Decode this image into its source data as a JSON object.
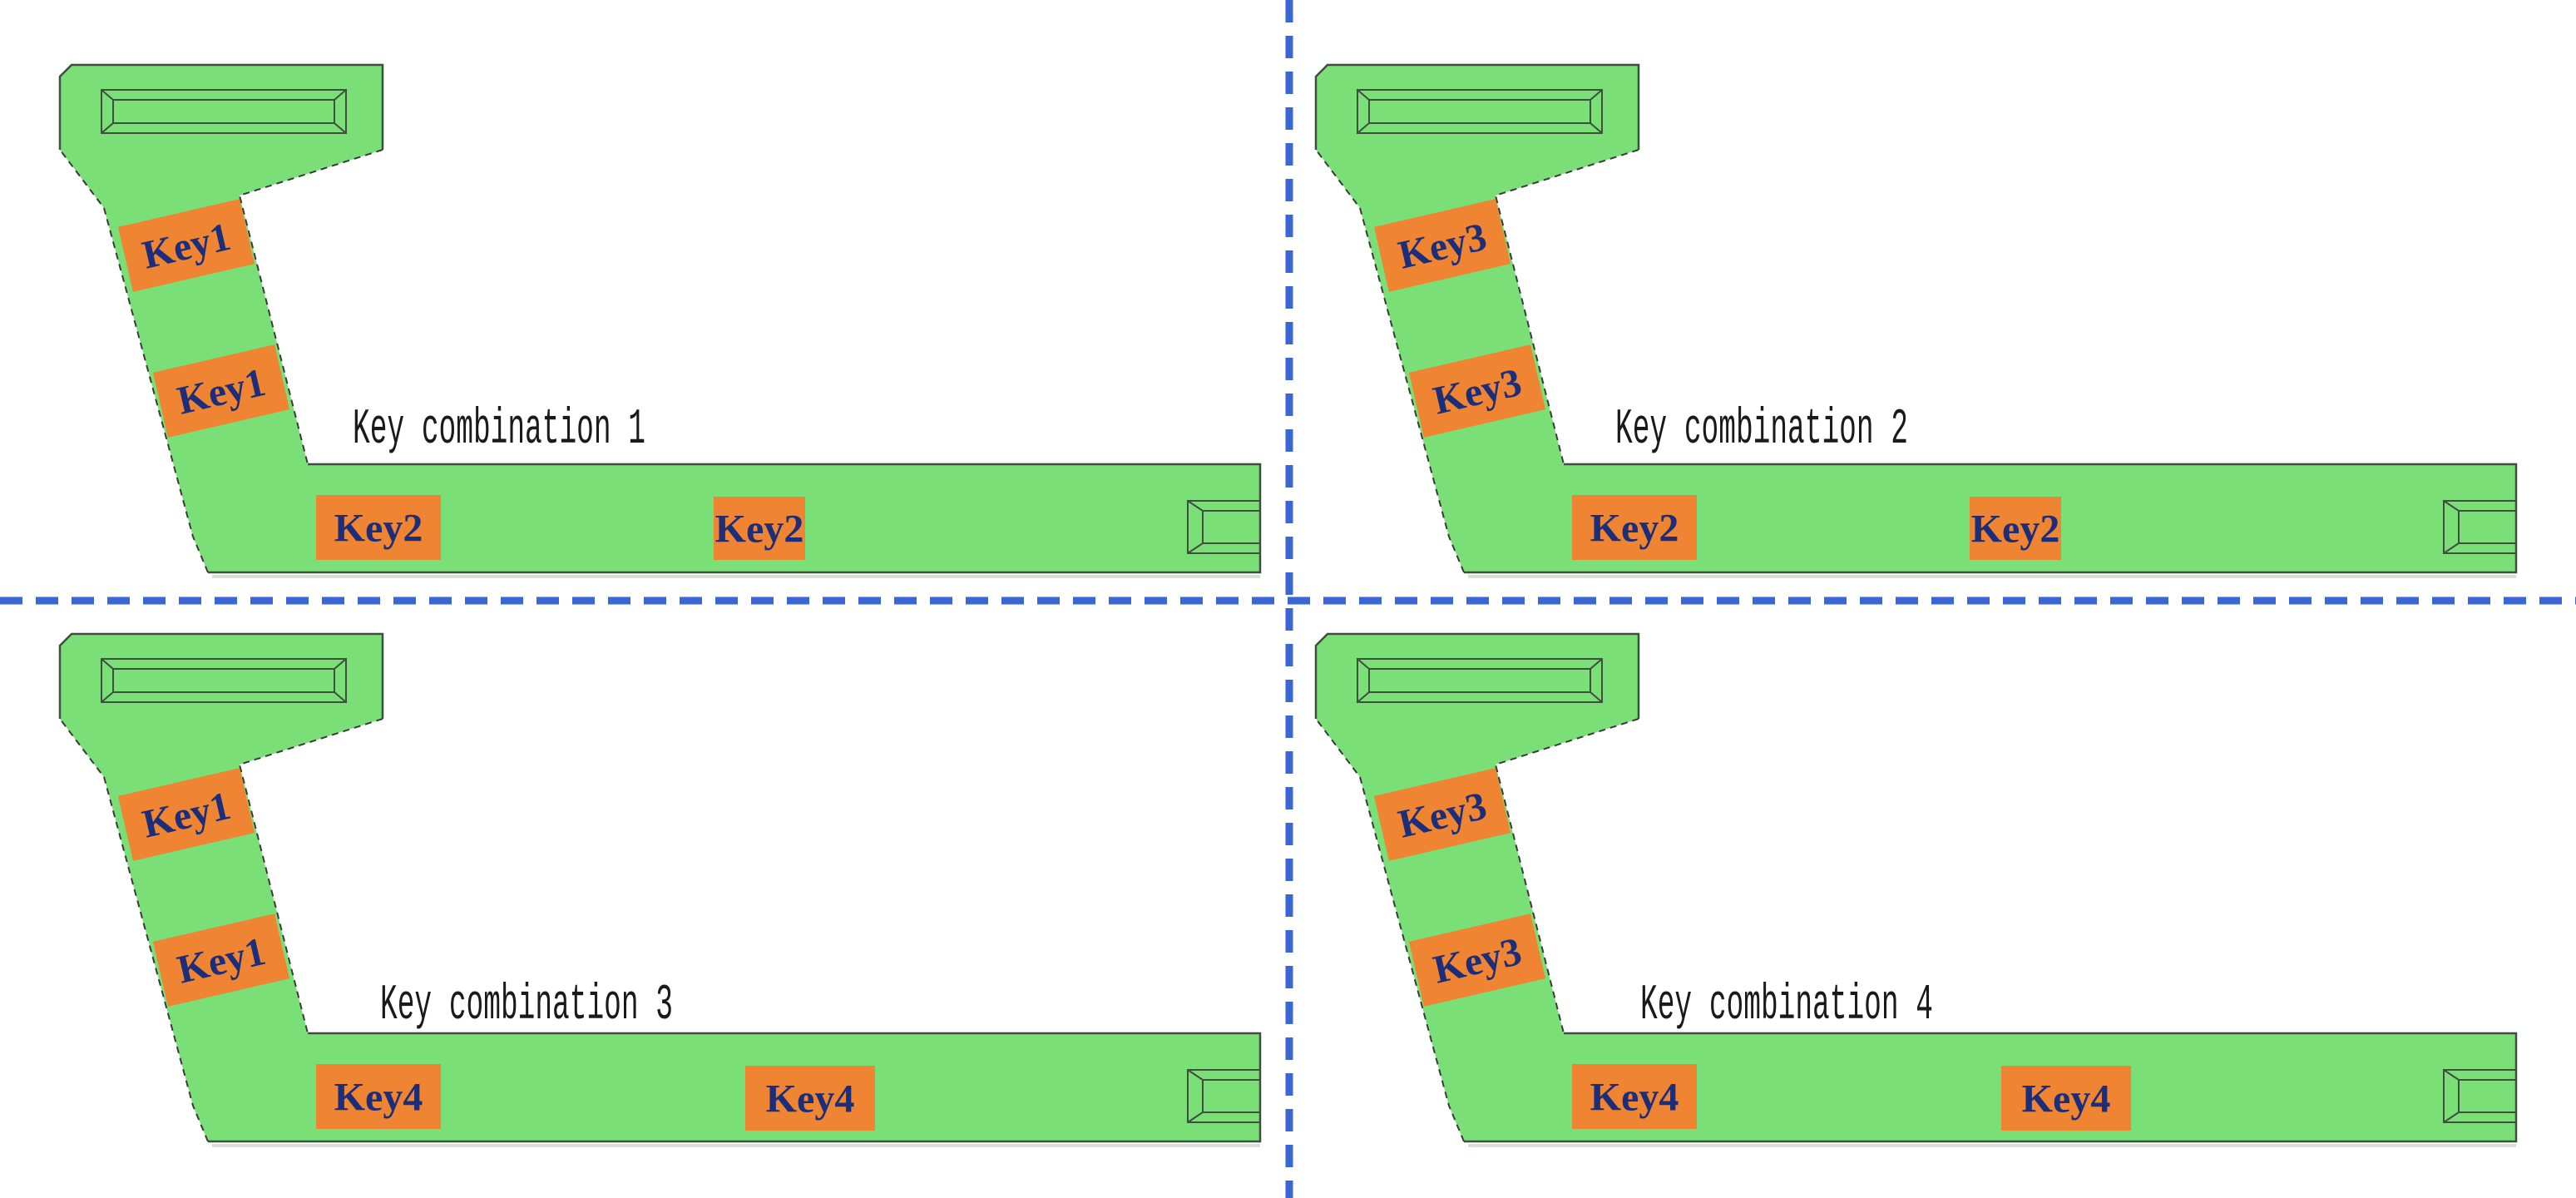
{
  "page": {
    "background": "#ffffff",
    "colors": {
      "green": "#7BDF78",
      "orange": "#EF8532",
      "navy": "#1C2D7A",
      "edge": "#3F4F3F",
      "blue": "#3A67D4",
      "title": "#1A1A1A"
    },
    "quadrants": [
      {
        "id": 1,
        "title": "Key combination 1",
        "slant_keys": [
          "Key1",
          "Key1"
        ],
        "bottom_keys": [
          "Key2",
          "Key2"
        ]
      },
      {
        "id": 2,
        "title": "Key combination 2",
        "slant_keys": [
          "Key3",
          "Key3"
        ],
        "bottom_keys": [
          "Key2",
          "Key2"
        ]
      },
      {
        "id": 3,
        "title": "Key combination 3",
        "slant_keys": [
          "Key1",
          "Key1"
        ],
        "bottom_keys": [
          "Key4",
          "Key4"
        ]
      },
      {
        "id": 4,
        "title": "Key combination 4",
        "slant_keys": [
          "Key3",
          "Key3"
        ],
        "bottom_keys": [
          "Key4",
          "Key4"
        ]
      }
    ]
  }
}
